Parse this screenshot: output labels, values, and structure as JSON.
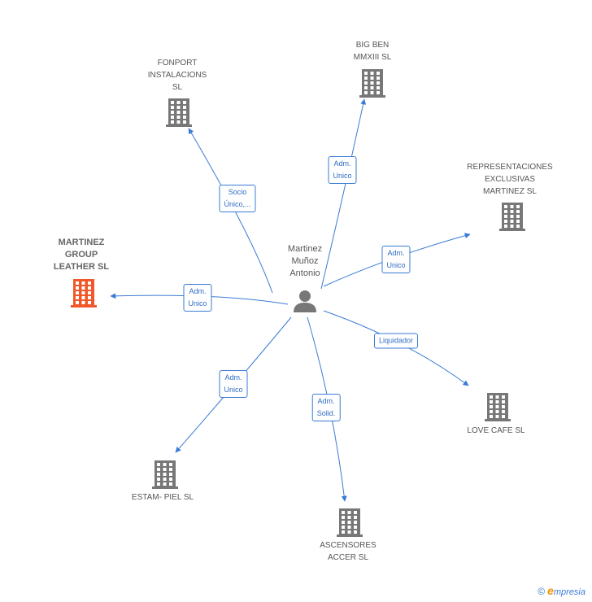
{
  "center": {
    "name": "Martinez\nMuñoz\nAntonio",
    "icon": "person-icon"
  },
  "companies": [
    {
      "id": "fonport",
      "name": "FONPORT\nINSTALACIONS\nSL",
      "icon": "building-icon",
      "color": "#777777",
      "highlight": false
    },
    {
      "id": "bigben",
      "name": "BIG BEN\nMMXIII  SL",
      "icon": "building-icon",
      "color": "#777777",
      "highlight": false
    },
    {
      "id": "representaciones",
      "name": "REPRESENTACIONES\nEXCLUSIVAS\nMARTINEZ SL",
      "icon": "building-icon",
      "color": "#777777",
      "highlight": false
    },
    {
      "id": "martinez-group",
      "name": "MARTINEZ\nGROUP\nLEATHER SL",
      "icon": "building-icon",
      "color": "#f0582b",
      "highlight": true
    },
    {
      "id": "lovecafe",
      "name": "LOVE CAFE SL",
      "icon": "building-icon",
      "color": "#777777",
      "highlight": false
    },
    {
      "id": "estam",
      "name": "ESTAM- PIEL SL",
      "icon": "building-icon",
      "color": "#777777",
      "highlight": false
    },
    {
      "id": "ascensores",
      "name": "ASCENSORES\nACCER SL",
      "icon": "building-icon",
      "color": "#777777",
      "highlight": false
    }
  ],
  "relations": [
    {
      "to": "fonport",
      "label": "Socio\nÚnico,..."
    },
    {
      "to": "bigben",
      "label": "Adm.\nUnico"
    },
    {
      "to": "representaciones",
      "label": "Adm.\nUnico"
    },
    {
      "to": "martinez-group",
      "label": "Adm.\nUnico"
    },
    {
      "to": "lovecafe",
      "label": "Liquidador"
    },
    {
      "to": "estam",
      "label": "Adm.\nUnico"
    },
    {
      "to": "ascensores",
      "label": "Adm.\nSolid."
    }
  ],
  "colors": {
    "edge": "#3a7bd5",
    "person": "#777777"
  },
  "footer": {
    "copyright": "©",
    "brand_initial": "e",
    "brand_rest": "mpresia"
  }
}
